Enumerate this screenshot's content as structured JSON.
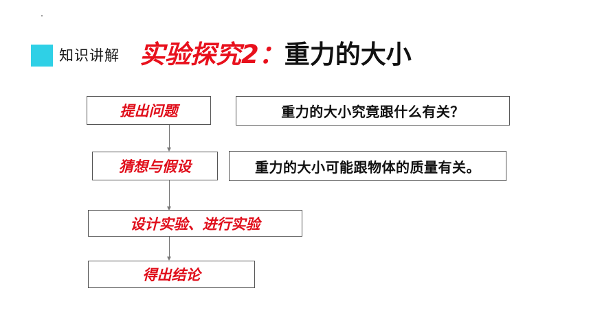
{
  "header": {
    "section_label": "知识讲解",
    "title_red": "实验探究2：",
    "title_black": "重力的大小"
  },
  "flow": {
    "steps": [
      {
        "label": "提出问题",
        "description": "重力的大小究竟跟什么有关？"
      },
      {
        "label": "猜想与假设",
        "description": "重力的大小可能跟物体的质量有关。"
      },
      {
        "label": "设计实验、进行实验"
      },
      {
        "label": "得出结论"
      }
    ]
  },
  "colors": {
    "accent_badge": "#2fd0e6",
    "step_text": "#e00d1a",
    "title_red": "#e8101c"
  }
}
